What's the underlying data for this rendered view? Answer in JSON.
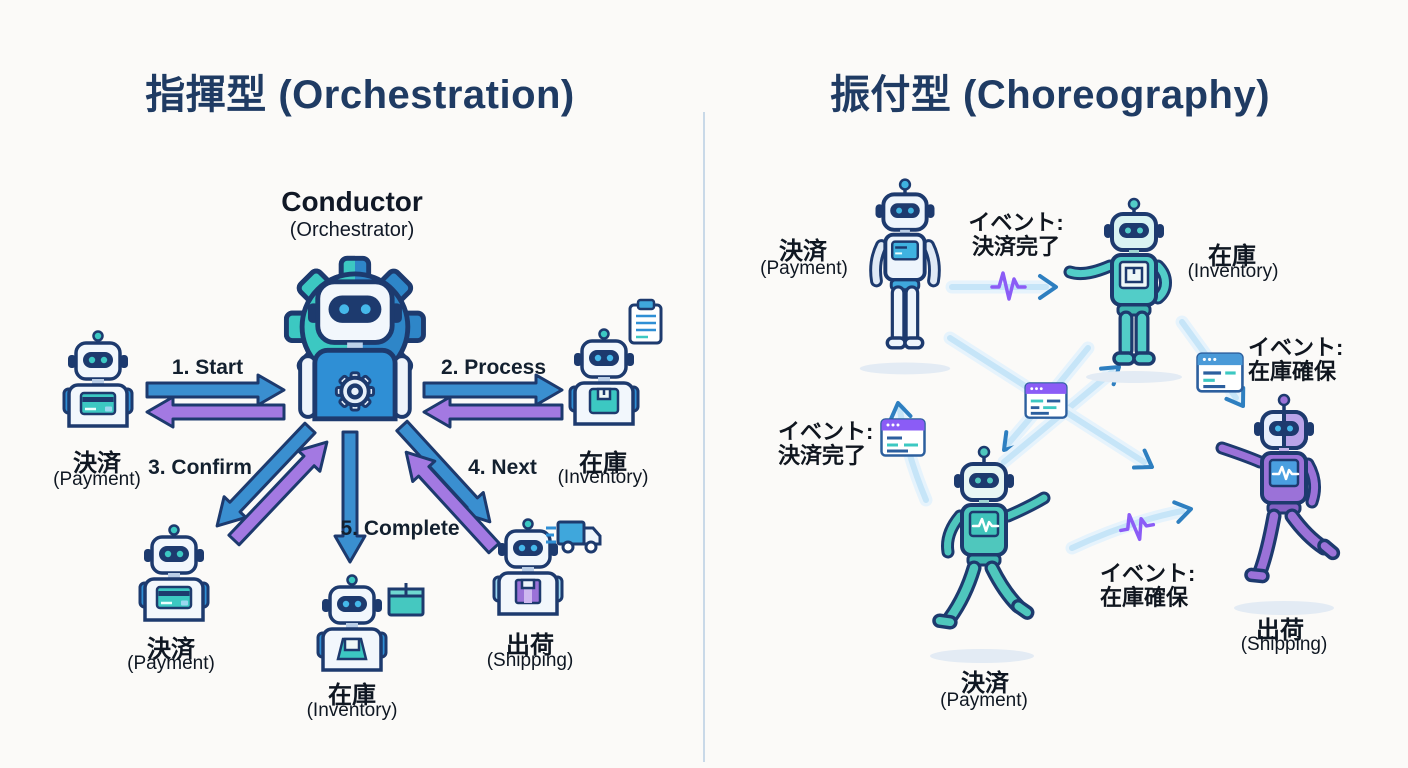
{
  "titles": {
    "left": "指揮型 (Orchestration)",
    "right": "振付型 (Choreography)"
  },
  "left_panel": {
    "conductor_title": "Conductor",
    "conductor_subtitle": "(Orchestrator)",
    "steps": {
      "start": "1. Start",
      "process": "2. Process",
      "confirm": "3. Confirm",
      "next": "4. Next",
      "complete": "5. Complete"
    },
    "services": {
      "payment_top": {
        "jp": "決済",
        "en": "(Payment)"
      },
      "inventory_right": {
        "jp": "在庫",
        "en": "(Inventory)"
      },
      "payment_bottom": {
        "jp": "決済",
        "en": "(Payment)"
      },
      "inventory_bottom": {
        "jp": "在庫",
        "en": "(Inventory)"
      },
      "shipping": {
        "jp": "出荷",
        "en": "(Shipping)"
      }
    }
  },
  "right_panel": {
    "services": {
      "payment_top": {
        "jp": "決済",
        "en": "(Payment)"
      },
      "inventory": {
        "jp": "在庫",
        "en": "(Inventory)"
      },
      "payment_bottom": {
        "jp": "決済",
        "en": "(Payment)"
      },
      "shipping": {
        "jp": "出荷",
        "en": "(Shipping)"
      }
    },
    "events": {
      "payment_done_top": {
        "line1": "イベント:",
        "line2": "決済完了"
      },
      "inventory_secured_right": {
        "line1": "イベント:",
        "line2": "在庫確保"
      },
      "payment_done_left": {
        "line1": "イベント:",
        "line2": "決済完了"
      },
      "inventory_secured_bottom": {
        "line1": "イベント:",
        "line2": "在庫確保"
      }
    }
  },
  "icons": [
    "gear-icon",
    "robot-icon",
    "credit-card-icon",
    "package-icon",
    "clipboard-icon",
    "truck-icon",
    "pulse-wave-icon",
    "event-window-icon"
  ],
  "colors": {
    "title_navy": "#1f3b63",
    "outline_navy": "#1d3a6e",
    "arrow_blue": "#3a8fd0",
    "arrow_purple": "#a379e2",
    "teal": "#3cc8c2",
    "glow_blue": "#c6e5f8",
    "background": "#fbfaf8"
  }
}
